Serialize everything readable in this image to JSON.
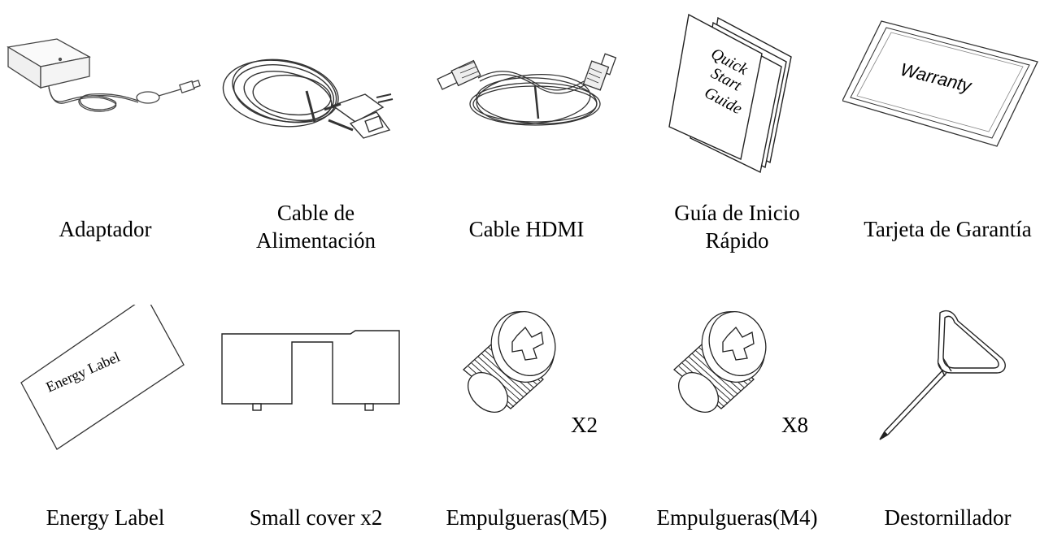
{
  "items_row1": [
    {
      "caption": "Adaptador",
      "icon": "power-adapter-icon"
    },
    {
      "caption": "Cable de\nAlimentación",
      "icon": "power-cable-icon"
    },
    {
      "caption": "Cable HDMI",
      "icon": "hdmi-cable-icon"
    },
    {
      "caption": "Guía de Inicio\nRápido",
      "icon": "quick-start-guide-icon",
      "booklet_text": [
        "Quick",
        "Start",
        "Guide"
      ]
    },
    {
      "caption": "Tarjeta de Garantía",
      "icon": "warranty-card-icon",
      "card_text": "Warranty"
    }
  ],
  "items_row2": [
    {
      "caption": "Energy Label",
      "icon": "energy-label-icon",
      "card_text": "Energy Label"
    },
    {
      "caption": "Small cover x2",
      "icon": "small-cover-icon"
    },
    {
      "caption": "Empulgueras(M5)",
      "icon": "thumbscrew-m5-icon",
      "quantity": "X2"
    },
    {
      "caption": "Empulgueras(M4)",
      "icon": "thumbscrew-m4-icon",
      "quantity": "X8"
    },
    {
      "caption": "Destornillador",
      "icon": "screwdriver-icon"
    }
  ]
}
